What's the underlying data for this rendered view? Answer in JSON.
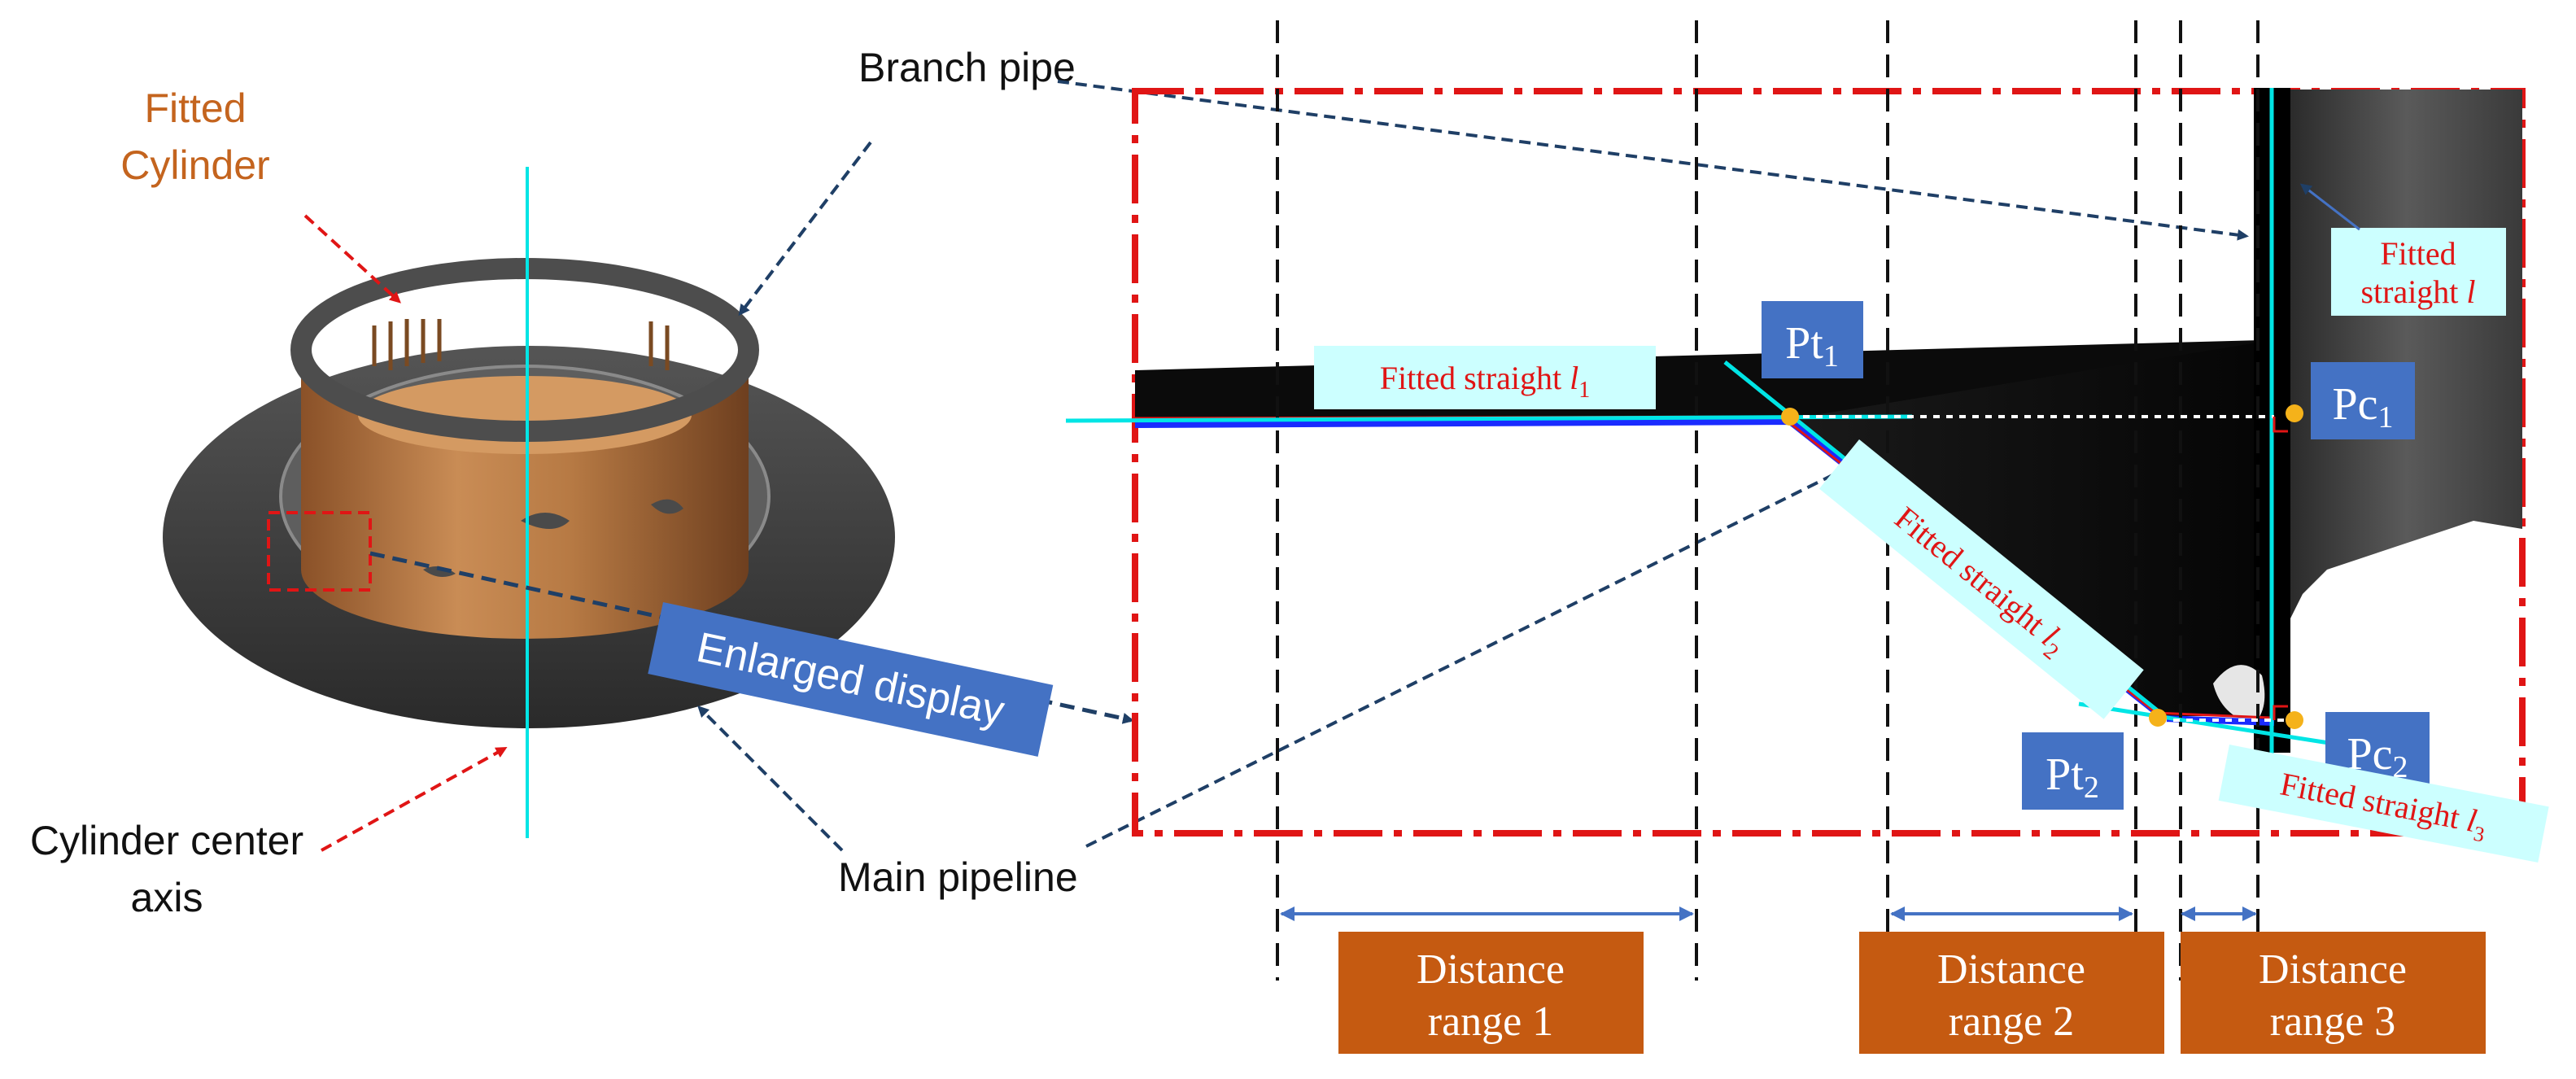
{
  "labels": {
    "fitted_cylinder_1": "Fitted",
    "fitted_cylinder_2": "Cylinder",
    "branch_pipe": "Branch pipe",
    "axis_1": "Cylinder center",
    "axis_2": "axis",
    "main_pipeline": "Main pipeline",
    "enlarged_display": "Enlarged display"
  },
  "fits": {
    "l1_text": "Fitted straight ",
    "l1_var": "l",
    "l1_sub": "1",
    "l2_text": "Fitted straight ",
    "l2_var": "l",
    "l2_sub": "2",
    "l3_text": "Fitted straight ",
    "l3_var": "l",
    "l3_sub": "3",
    "l_line1": "Fitted",
    "l_line2": "straight ",
    "l_var": "l"
  },
  "points": {
    "pt1_main": "Pt",
    "pt1_sub": "1",
    "pt2_main": "Pt",
    "pt2_sub": "2",
    "pc1_main": "Pc",
    "pc1_sub": "1",
    "pc2_main": "Pc",
    "pc2_sub": "2"
  },
  "ranges": [
    {
      "line1": "Distance",
      "line2": "range 1"
    },
    {
      "line1": "Distance",
      "line2": "range 2"
    },
    {
      "line1": "Distance",
      "line2": "range 3"
    }
  ],
  "colors": {
    "cyan": "#00e5e5",
    "red": "#e01515",
    "orange_box": "#c55a11",
    "blue_box": "#4472c4",
    "light_cyan_box": "#ccffff",
    "navy_arrow": "#1f3f66"
  }
}
